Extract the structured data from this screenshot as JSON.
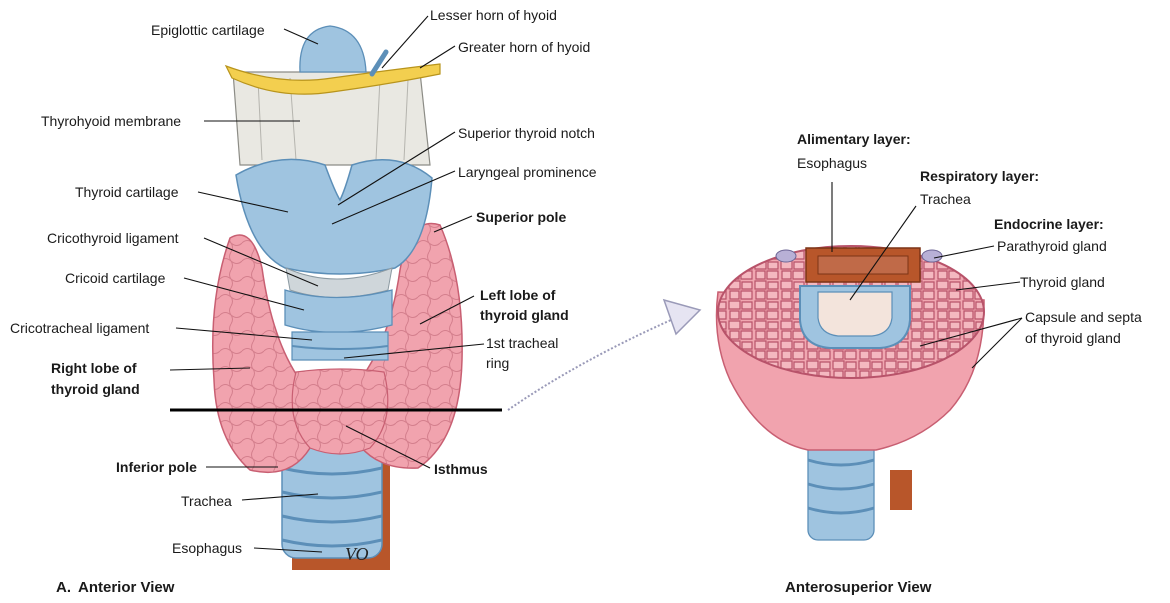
{
  "colors": {
    "thyroid_pink": "#f1a3ae",
    "thyroid_dark": "#c85f72",
    "cartilage_blue": "#9fc4e0",
    "cartilage_dark": "#5c8fb8",
    "hyoid_yellow": "#f3cf4f",
    "membrane_gray": "#e9e8e2",
    "esophagus_brown": "#b8562a",
    "cut_line": "#000000"
  },
  "anterior_view": {
    "caption_letter": "A.",
    "caption": "Anterior View",
    "artist_initials": "VO",
    "labels": {
      "epiglottic_cartilage": "Epiglottic cartilage",
      "lesser_horn": "Lesser horn of hyoid",
      "greater_horn": "Greater horn of hyoid",
      "thyrohyoid_membrane": "Thyrohyoid membrane",
      "superior_thyroid_notch": "Superior thyroid notch",
      "laryngeal_prominence": "Laryngeal prominence",
      "thyroid_cartilage": "Thyroid cartilage",
      "superior_pole": "Superior pole",
      "cricothyroid_ligament": "Cricothyroid ligament",
      "cricoid_cartilage": "Cricoid cartilage",
      "left_lobe_1": "Left lobe of",
      "left_lobe_2": "thyroid gland",
      "cricotracheal_ligament": "Cricotracheal ligament",
      "first_tracheal_ring_1": "1st tracheal",
      "first_tracheal_ring_2": "ring",
      "right_lobe_1": "Right lobe of",
      "right_lobe_2": "thyroid gland",
      "inferior_pole": "Inferior pole",
      "isthmus": "Isthmus",
      "trachea": "Trachea",
      "esophagus": "Esophagus"
    }
  },
  "anterosuperior_view": {
    "caption": "Anterosuperior View",
    "labels": {
      "alimentary_layer": "Alimentary layer:",
      "esophagus": "Esophagus",
      "respiratory_layer": "Respiratory layer:",
      "trachea": "Trachea",
      "endocrine_layer": "Endocrine layer:",
      "parathyroid_gland": "Parathyroid gland",
      "thyroid_gland": "Thyroid gland",
      "capsule_septa_1": "Capsule and septa",
      "capsule_septa_2": "of thyroid gland"
    }
  }
}
